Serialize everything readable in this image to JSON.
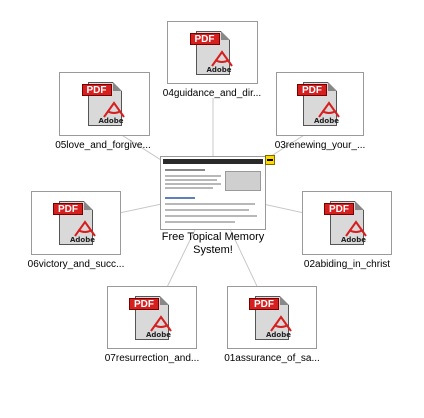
{
  "center": {
    "label_line1": "Free Topical Memory",
    "label_line2": "System!",
    "collapse_symbol": "minus"
  },
  "pdf_icon": {
    "band_text": "PDF",
    "brand_text": "Adobe"
  },
  "nodes": [
    {
      "id": "node-04",
      "label": "04guidance_and_dir...",
      "icon": "pdf-file-icon"
    },
    {
      "id": "node-03",
      "label": "03renewing_your_...",
      "icon": "pdf-file-icon"
    },
    {
      "id": "node-05",
      "label": "05love_and_forgive...",
      "icon": "pdf-file-icon"
    },
    {
      "id": "node-02",
      "label": "02abiding_in_christ",
      "icon": "pdf-file-icon"
    },
    {
      "id": "node-06",
      "label": "06victory_and_succ...",
      "icon": "pdf-file-icon"
    },
    {
      "id": "node-07",
      "label": "07resurrection_and...",
      "icon": "pdf-file-icon"
    },
    {
      "id": "node-01",
      "label": "01assurance_of_sa...",
      "icon": "pdf-file-icon"
    }
  ],
  "colors": {
    "pdf_red": "#d61f1f",
    "collapse_button": "#ffd800",
    "connector": "#c8c8c8",
    "border": "#9a9a9a"
  }
}
